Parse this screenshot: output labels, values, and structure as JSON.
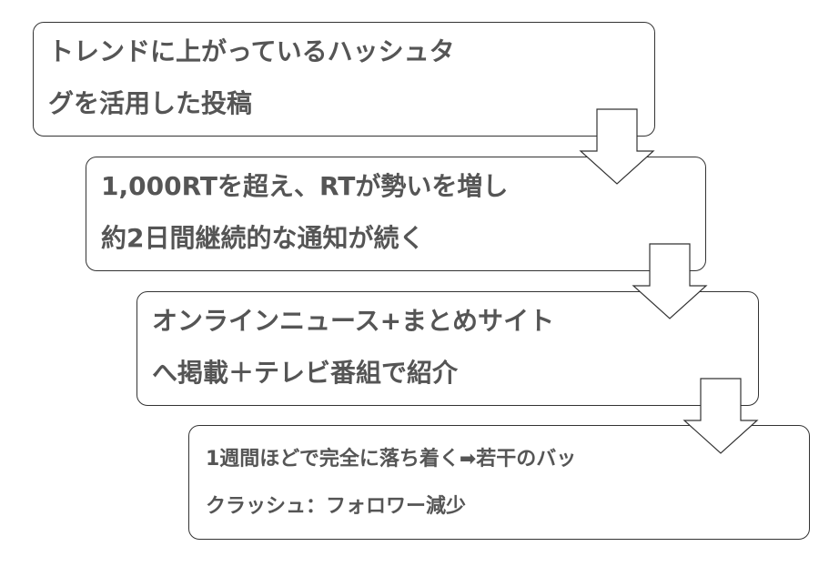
{
  "steps": [
    {
      "line1": "トレンドに上がっているハッシュタ",
      "line2": "グを活用した投稿"
    },
    {
      "line1": "1,000RTを超え、RTが勢いを増し",
      "line2": "約2日間継続的な通知が続く"
    },
    {
      "line1": "オンラインニュース+まとめサイト",
      "line2": "へ掲載＋テレビ番組で紹介"
    },
    {
      "line1": "1週間ほどで完全に落ち着く➡若干のバッ",
      "line2": "クラッシュ：フォロワー減少"
    }
  ],
  "colors": {
    "text": "#555555",
    "border": "#333333",
    "arrow_fill": "#ffffff"
  },
  "icons": [
    "down-arrow-icon",
    "down-arrow-icon",
    "down-arrow-icon"
  ]
}
